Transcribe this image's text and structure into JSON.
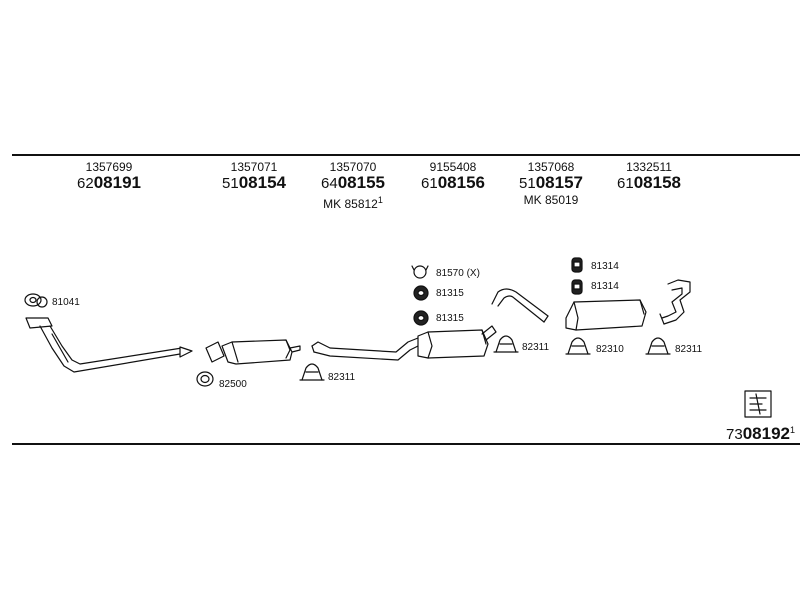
{
  "columns": [
    {
      "ref": "1357699",
      "prefix": "62",
      "part": "08191",
      "mk": "",
      "mk_sup": "",
      "sup": ""
    },
    {
      "ref": "1357071",
      "prefix": "51",
      "part": "08154",
      "mk": "",
      "mk_sup": "",
      "sup": ""
    },
    {
      "ref": "1357070",
      "prefix": "64",
      "part": "08155",
      "mk": "MK  85812",
      "mk_sup": "1",
      "sup": ""
    },
    {
      "ref": "9155408",
      "prefix": "61",
      "part": "08156",
      "mk": "",
      "mk_sup": "",
      "sup": ""
    },
    {
      "ref": "1357068",
      "prefix": "51",
      "part": "08157",
      "mk": "MK  85019",
      "mk_sup": "",
      "sup": ""
    },
    {
      "ref": "1332511",
      "prefix": "61",
      "part": "08158",
      "mk": "",
      "mk_sup": "",
      "sup": ""
    }
  ],
  "parts": {
    "gasket_front": "81041",
    "ring_82500": "82500",
    "clamp_a": "82311",
    "hanger_81570": "81570 (X)",
    "rubber_1": "81315",
    "rubber_2": "81315",
    "clamp_b": "82311",
    "mount_1": "81314",
    "mount_2": "81314",
    "clamp_82310": "82310",
    "clamp_c": "82311"
  },
  "kit": {
    "prefix": "73",
    "part": "08192",
    "sup": "1"
  }
}
